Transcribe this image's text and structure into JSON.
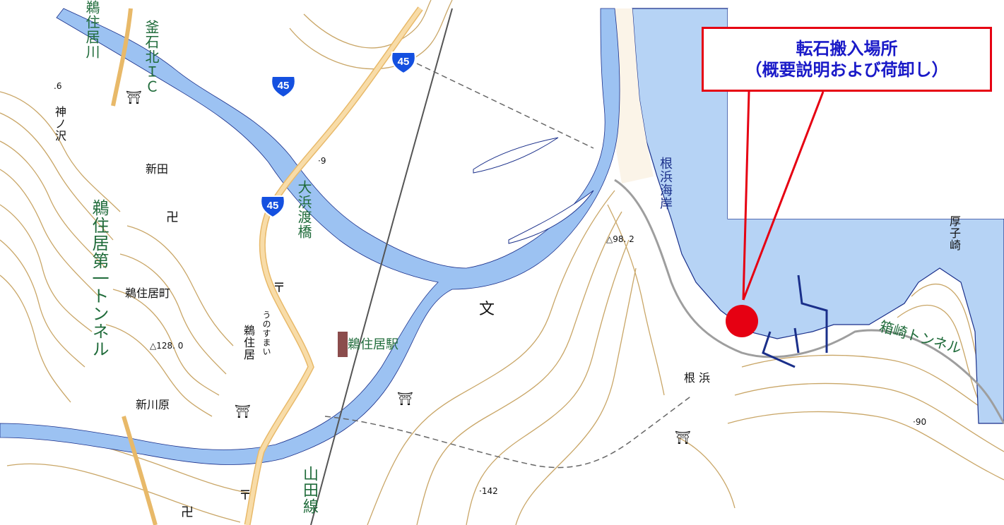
{
  "callout": {
    "line1": "転石搬入場所",
    "line2": "（概要説明および荷卸し）",
    "border_color": "#e60012",
    "text_color": "#1a1ac8"
  },
  "marker": {
    "color": "#e60012"
  },
  "colors": {
    "sea": "#b6d3f5",
    "river": "#9cc2f2",
    "road": "#f5cf8e",
    "contour": "#c9a667",
    "land": "#ffffff"
  },
  "route_shields": [
    {
      "number": "45"
    },
    {
      "number": "45"
    },
    {
      "number": "45"
    }
  ],
  "place_labels": {
    "kamaishi_kita_ic": "釜石北ＩＣ",
    "kami_no_sawa": "神ノ沢",
    "shinden": "新田",
    "unosumai_tunnel": "鵜住居第一トンネル",
    "unosumai_town": "鵜住居町",
    "unosumai_hiragana": "うのすまい",
    "unosumai_kanji": "鵜住居",
    "shinkawara": "新川原",
    "ohama_bridge": "大浜渡橋",
    "unosumai_station": "鵜住居駅",
    "yamada_line": "山田線",
    "nebama_coast": "根浜海岸",
    "nebama": "根 浜",
    "hakozaki_tunnel": "箱崎トンネル",
    "atsushi_cape": "厚子崎"
  },
  "elevations": {
    "e1": "△98. 2",
    "e2": "△128. 0",
    "e3": "·142",
    "e4": "·90",
    "e5": "·9",
    "e6": ".6"
  },
  "river_label": "鵜住居川",
  "map_symbols": {
    "shrine": "⛩",
    "school": "文",
    "temple": "卍",
    "post": "〒"
  }
}
